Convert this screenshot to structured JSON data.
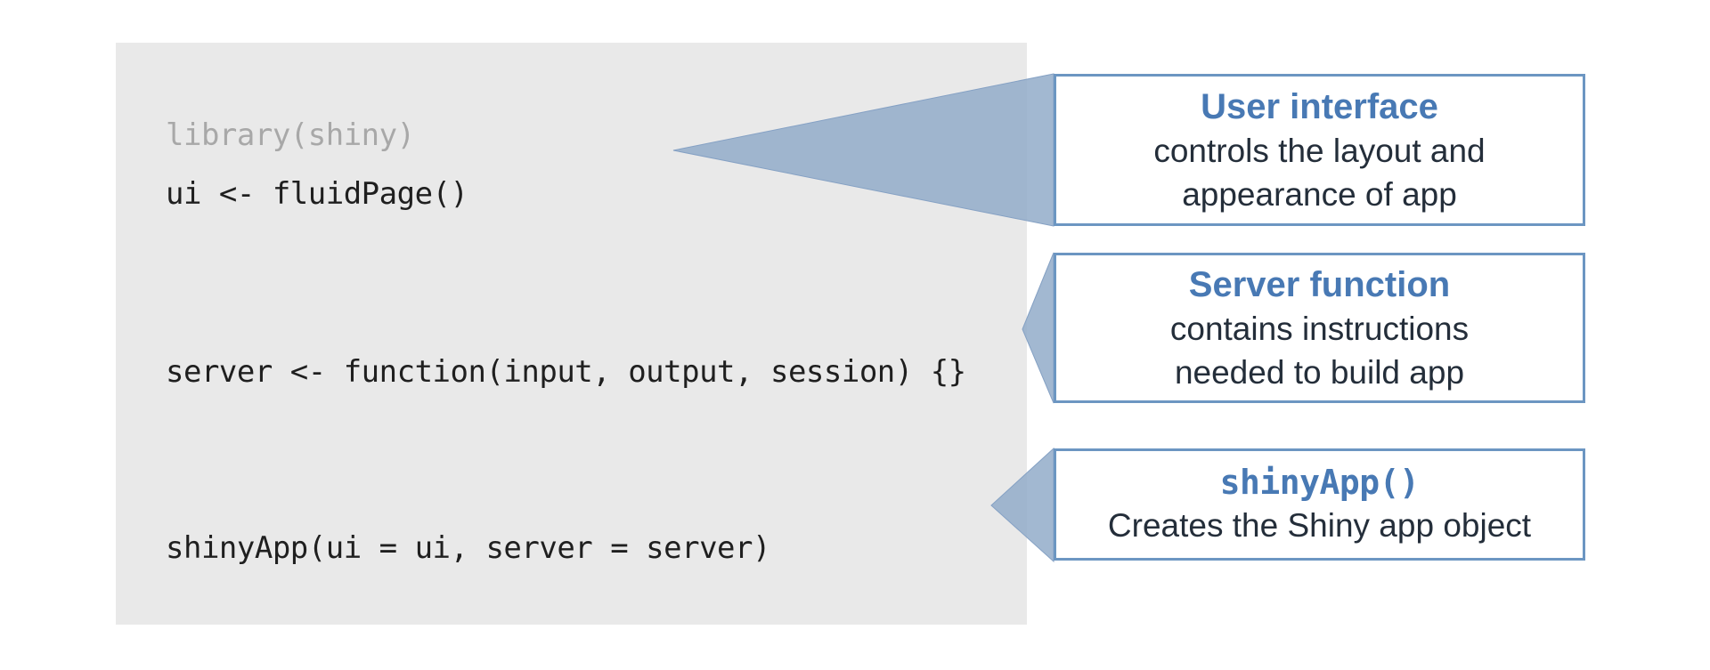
{
  "colors": {
    "panel_bg": "#e9e9e9",
    "arrow_fill": "#9fb4ce",
    "box_border": "#6c96c2",
    "box_bg": "#ffffff",
    "title_blue": "#4879b4",
    "body_text": "#242e3a",
    "code_text": "#1f1f1f",
    "code_muted": "#a8a8a8"
  },
  "code_panel": {
    "lines": [
      {
        "text": "library(shiny)",
        "muted": true
      },
      {
        "text": "ui <- fluidPage()",
        "muted": false
      },
      {
        "text": "server <- function(input, output, session) {}",
        "muted": false
      },
      {
        "text": "shinyApp(ui = ui, server = server)",
        "muted": false
      }
    ]
  },
  "callouts": [
    {
      "title": "User interface",
      "body": [
        "controls the layout and",
        "appearance of app"
      ]
    },
    {
      "title": "Server function",
      "body": [
        "contains instructions",
        "needed to build app"
      ]
    },
    {
      "title": "shinyApp()",
      "body": [
        "Creates the Shiny app object"
      ]
    }
  ]
}
